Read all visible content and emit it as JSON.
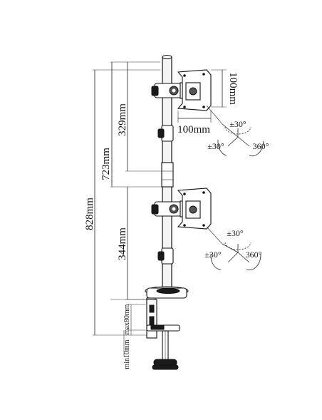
{
  "dimensions": {
    "overall_height": "828mm",
    "upper_to_lower": "723mm",
    "upper_section": "329mm",
    "lower_section": "344mm",
    "vesa_width": "100mm",
    "vesa_height": "100mm",
    "clamp_min": "min10mm",
    "clamp_max": "max80mm"
  },
  "rotation_upper": {
    "tilt": "±30°",
    "swivel": "±30°",
    "rotate": "360°"
  },
  "rotation_lower": {
    "tilt": "±30°",
    "swivel": "±30°",
    "rotate": "360°"
  },
  "colors": {
    "line": "#222222",
    "metal": "#1a1a1a",
    "background": "#ffffff"
  }
}
